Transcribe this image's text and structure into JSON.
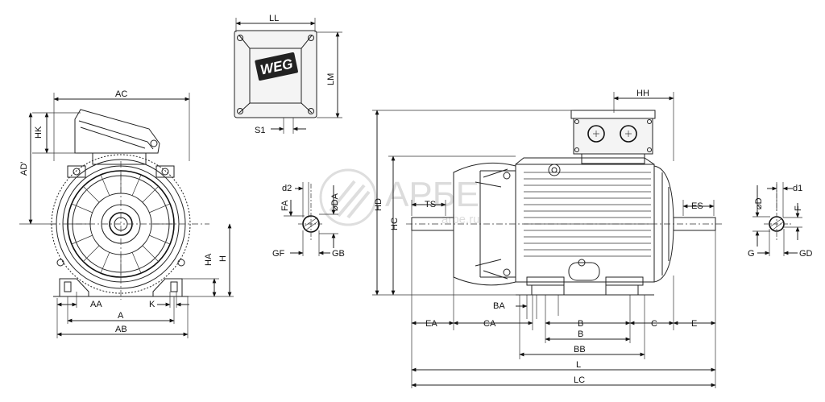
{
  "watermark": {
    "brand": "АРБЕ",
    "site": "arbe.ru"
  },
  "logo": {
    "text": "WEG"
  },
  "front_view": {
    "labels": {
      "ac": "AC",
      "hk": "HK",
      "ad": "AD'",
      "aa": "AA",
      "a": "A",
      "ab": "AB",
      "k": "K",
      "ha": "HA",
      "h": "H"
    }
  },
  "terminal_box_view": {
    "labels": {
      "ll": "LL",
      "lm": "LM",
      "s1": "S1"
    }
  },
  "drive_end_shaft": {
    "labels": {
      "d2": "d2",
      "fa": "FA",
      "da": "⌀DA",
      "gf": "GF",
      "gb": "GB"
    }
  },
  "side_view": {
    "labels": {
      "hh": "HH",
      "hd": "HD",
      "hc": "HC",
      "ts": "TS",
      "es": "ES",
      "ba": "BA",
      "ea": "EA",
      "ca": "CA",
      "b1": "B",
      "b2": "B",
      "bb": "BB",
      "c": "C",
      "e": "E",
      "l": "L",
      "lc": "LC"
    }
  },
  "non_drive_end_shaft": {
    "labels": {
      "d": "⌀D",
      "d1": "d1",
      "f": "F",
      "g": "G",
      "gd": "GD"
    }
  }
}
